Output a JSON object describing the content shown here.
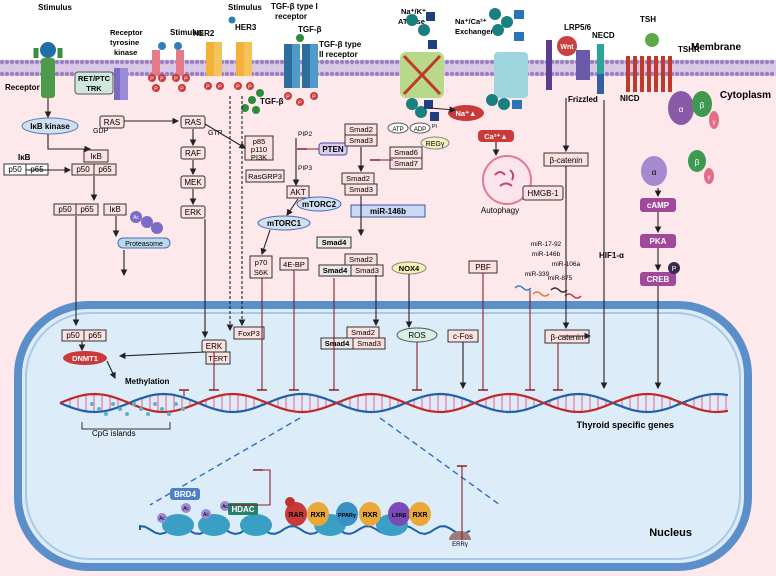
{
  "regions": {
    "membrane": "Membrane",
    "cytoplasm": "Cytoplasm",
    "nucleus": "Nucleus",
    "genes": "Thyroid specific genes"
  },
  "receptors": {
    "stimulus1": "Stimulus",
    "receptor": "Receptor",
    "rtk_stim": "Stimulus",
    "rtk1": "Receptor",
    "rtk2": "tyrosine",
    "rtk3": "kinase",
    "her_stim": "Stimulus",
    "her2": "HER2",
    "her3": "HER3",
    "tgfb_r1a": "TGF-β type I",
    "tgfb_r1b": "receptor",
    "tgfb_lig": "TGF-β",
    "tgfb_r2a": "TGF-β type",
    "tgfb_r2b": "II receptor",
    "tgfb_free": "TGF-β",
    "atpase1": "Na⁺/K⁺",
    "atpase2": "ATPase",
    "exch1": "Na⁺/Ca²⁺",
    "exch2": "Exchanger",
    "lrp": "LRP5/6",
    "wnt": "Wnt",
    "frizzled": "Frizzled",
    "necd": "NECD",
    "nicd": "NICD",
    "tsh": "TSH",
    "tshr": "TSHR",
    "ret": "RET/PTC",
    "trk": "TRK"
  },
  "nodes": {
    "ikbk": "IκB kinase",
    "ikb": "IκB",
    "p50": "p50",
    "p65": "p65",
    "gdp": "GDP",
    "gtp": "GTP",
    "ras": "RAS",
    "raf": "RAF",
    "mek": "MEK",
    "erk": "ERK",
    "p85": "p85",
    "p110": "p110",
    "pi3k": "PI3K",
    "pten": "PTEN",
    "pip2": "PIP2",
    "pip3": "PIP3",
    "rasgrp3": "RasGRP3",
    "akt": "AKT",
    "mtorc1": "mTORC1",
    "mtorc2": "mTORC2",
    "p70": "p70",
    "s6k": "S6K",
    "4ebp": "4E-BP",
    "smad2": "Smad2",
    "smad3": "Smad3",
    "smad4": "Smad4",
    "smad6": "Smad6",
    "smad7": "Smad7",
    "regy": "REGγ",
    "mir146b": "miR-146b",
    "nox4": "NOX4",
    "ros": "ROS",
    "proteasome": "Proteasome",
    "ub": "Ub",
    "atp": "ATP",
    "adp": "ADP",
    "pi": "Pi",
    "na_up": "Na⁺▲",
    "ca_up": "Ca²⁺▲",
    "autophagy": "Autophagy",
    "hmgb1": "HMGB-1",
    "pbf": "PBF",
    "cfos": "c-Fos",
    "bcat": "β-catenin",
    "hif": "HIF1-α",
    "alpha": "α",
    "beta": "β",
    "gamma": "γ",
    "camp": "cAMP",
    "pka": "PKA",
    "creb": "CREB",
    "p": "P",
    "dnmt1": "DNMT1",
    "methylation": "Methylation",
    "cpg": "CpG islands",
    "foxp3": "FoxP3",
    "tert": "TERT",
    "mirs": [
      "miR-17-92",
      "miR-146b",
      "miR-106a",
      "miR-339",
      "miR-875"
    ]
  },
  "chromatin": {
    "brd4": "BRD4",
    "ac": "Ac",
    "hdac": "HDAC",
    "rar": "RAR",
    "rxr": "RXR",
    "ppar": "PPARγ",
    "lxr": "LXRβ",
    "erry": "ERRγ"
  },
  "colors": {
    "cytoplasm": "#fde8ec",
    "nucleus": "#dcecf8",
    "nucleus_border": "#5b8fc9",
    "membrane": "#b49ad0",
    "red_node": "#c93a3a",
    "purple_node": "#a0489a",
    "green_node": "#4a9b5a",
    "blue_node": "#4f7fc6"
  }
}
